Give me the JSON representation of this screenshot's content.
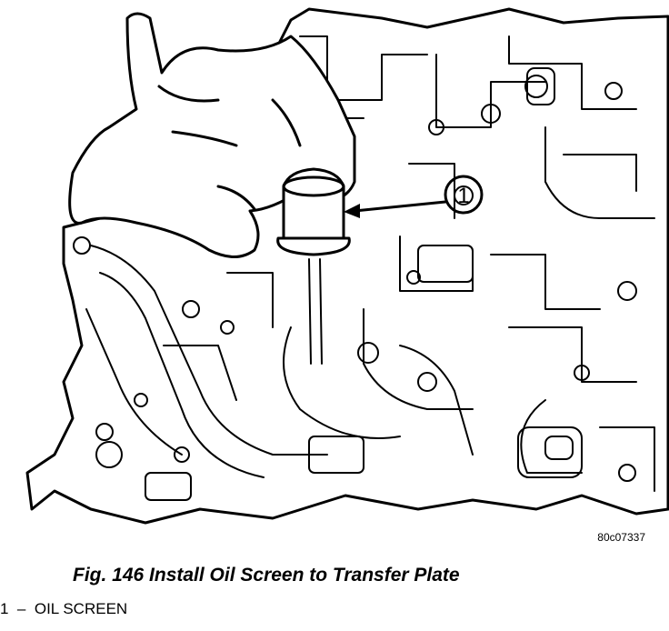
{
  "figure": {
    "code": "80c07337",
    "callout_number": "1",
    "caption": "Fig. 146 Install Oil Screen to Transfer Plate"
  },
  "legend": {
    "items": [
      {
        "number": "1",
        "separator": "–",
        "label": "OIL SCREEN"
      }
    ]
  }
}
